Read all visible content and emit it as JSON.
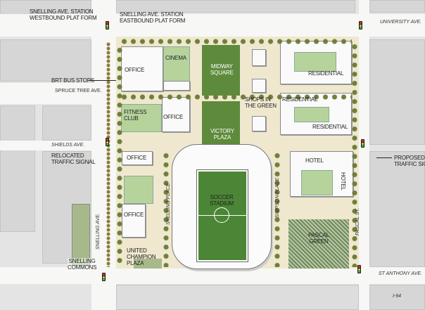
{
  "labels": {
    "westbound": [
      "SNELLING AVE. STATION",
      "WESTBOUND PLAT FORM"
    ],
    "eastbound": [
      "SNELLING AVE. STATION",
      "EASTBOUND PLAT FORM"
    ],
    "brt": "BRT BUS STOPS",
    "relocated": [
      "RELOCATED",
      "TRAFFIC SIGNAL"
    ],
    "proposed": [
      "PROPOSED",
      "TRAFFIC SIG"
    ],
    "snelling_commons": [
      "SNELLING",
      "COMMONS"
    ],
    "office1": "OFFICE",
    "cinema": "CINEMA",
    "midway": [
      "MIDWAY",
      "SQUARE"
    ],
    "residential1": "RESIDENTIAL",
    "fitness": [
      "FITNESS",
      "CLUB"
    ],
    "office2": "OFFICE",
    "victory": [
      "VICTORY",
      "PLAZA"
    ],
    "shops": [
      "SHOPS IN",
      "THE GREEN"
    ],
    "residential2": "RESIDENTIAL",
    "residential3": "RESIDENTIAL",
    "office3": "OFFICE",
    "office4": "OFFICE",
    "united": [
      "UNITED",
      "CHAMPION",
      "PLAZA"
    ],
    "stadium": [
      "SOCCER",
      "STADIUM"
    ],
    "hotel1": "HOTEL",
    "hotel2": "HOTEL",
    "pascal_green": [
      "PASCAL",
      "GREEN"
    ]
  },
  "streets": {
    "university": "UNIVERSITY AVE.",
    "spruce": "SPRUCE TREE AVE.",
    "shields": "SHIELDS AVE.",
    "snelling": "SNELLING AVE.",
    "snelling_place": "SNELLING PLACE",
    "simpson_place": "SIMPSON PLACE",
    "pascal": "PASCAL ST.",
    "st_anthony": "ST ANTHONY AVE.",
    "i94": "I-94"
  },
  "colors": {
    "site": "#efe8cf",
    "green": "#5e8a3c",
    "roof": "#b7d39c"
  }
}
